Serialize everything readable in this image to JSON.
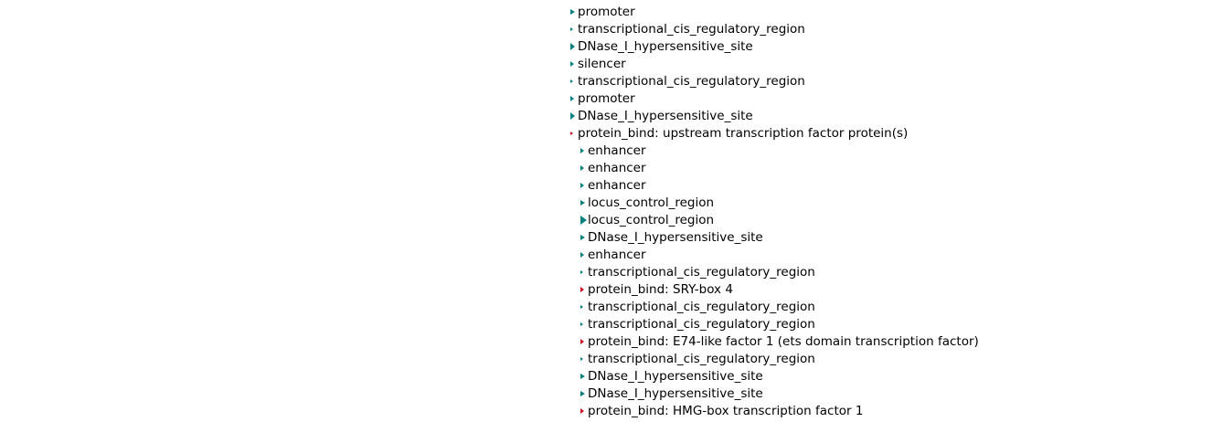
{
  "page": {
    "background_color": "#ffffff",
    "text_color": "#000000"
  },
  "colors": {
    "feature": "#007f7f",
    "protein_bind": "#cc1122"
  },
  "feature_list": {
    "rows": [
      {
        "label": "promoter",
        "level": 0,
        "kind": "feature",
        "icon": "triangle-right",
        "icon_size": 7
      },
      {
        "label": "transcriptional_cis_regulatory_region",
        "level": 0,
        "kind": "feature",
        "icon": "triangle-right",
        "icon_size": 5
      },
      {
        "label": "DNase_I_hypersensitive_site",
        "level": 0,
        "kind": "feature",
        "icon": "triangle-right",
        "icon_size": 8
      },
      {
        "label": "silencer",
        "level": 0,
        "kind": "feature",
        "icon": "triangle-right",
        "icon_size": 6
      },
      {
        "label": "transcriptional_cis_regulatory_region",
        "level": 0,
        "kind": "feature",
        "icon": "triangle-right",
        "icon_size": 5
      },
      {
        "label": "promoter",
        "level": 0,
        "kind": "feature",
        "icon": "triangle-right",
        "icon_size": 6
      },
      {
        "label": "DNase_I_hypersensitive_site",
        "level": 0,
        "kind": "feature",
        "icon": "triangle-right",
        "icon_size": 8
      },
      {
        "label": "protein_bind: upstream transcription factor protein(s)",
        "level": 0,
        "kind": "protein_bind",
        "icon": "triangle-right",
        "icon_size": 5
      },
      {
        "label": "enhancer",
        "level": 1,
        "kind": "feature",
        "icon": "triangle-right",
        "icon_size": 6
      },
      {
        "label": "enhancer",
        "level": 1,
        "kind": "feature",
        "icon": "triangle-right",
        "icon_size": 6
      },
      {
        "label": "enhancer",
        "level": 1,
        "kind": "feature",
        "icon": "triangle-right",
        "icon_size": 6
      },
      {
        "label": "locus_control_region",
        "level": 1,
        "kind": "feature",
        "icon": "triangle-right",
        "icon_size": 7
      },
      {
        "label": "locus_control_region",
        "level": 1,
        "kind": "feature",
        "icon": "triangle-right",
        "icon_size": 10
      },
      {
        "label": "DNase_I_hypersensitive_site",
        "level": 1,
        "kind": "feature",
        "icon": "triangle-right",
        "icon_size": 7
      },
      {
        "label": "enhancer",
        "level": 1,
        "kind": "feature",
        "icon": "triangle-right",
        "icon_size": 6
      },
      {
        "label": "transcriptional_cis_regulatory_region",
        "level": 1,
        "kind": "feature",
        "icon": "triangle-right",
        "icon_size": 5
      },
      {
        "label": "protein_bind: SRY-box 4",
        "level": 1,
        "kind": "protein_bind",
        "icon": "triangle-right",
        "icon_size": 6
      },
      {
        "label": "transcriptional_cis_regulatory_region",
        "level": 1,
        "kind": "feature",
        "icon": "triangle-right",
        "icon_size": 5
      },
      {
        "label": "transcriptional_cis_regulatory_region",
        "level": 1,
        "kind": "feature",
        "icon": "triangle-right",
        "icon_size": 5
      },
      {
        "label": "protein_bind: E74-like factor 1 (ets domain transcription factor)",
        "level": 1,
        "kind": "protein_bind",
        "icon": "triangle-right",
        "icon_size": 6
      },
      {
        "label": "transcriptional_cis_regulatory_region",
        "level": 1,
        "kind": "feature",
        "icon": "triangle-right",
        "icon_size": 5
      },
      {
        "label": "DNase_I_hypersensitive_site",
        "level": 1,
        "kind": "feature",
        "icon": "triangle-right",
        "icon_size": 7
      },
      {
        "label": "DNase_I_hypersensitive_site",
        "level": 1,
        "kind": "feature",
        "icon": "triangle-right",
        "icon_size": 7
      },
      {
        "label": "protein_bind: HMG-box transcription factor 1",
        "level": 1,
        "kind": "protein_bind",
        "icon": "triangle-right",
        "icon_size": 6
      }
    ]
  }
}
